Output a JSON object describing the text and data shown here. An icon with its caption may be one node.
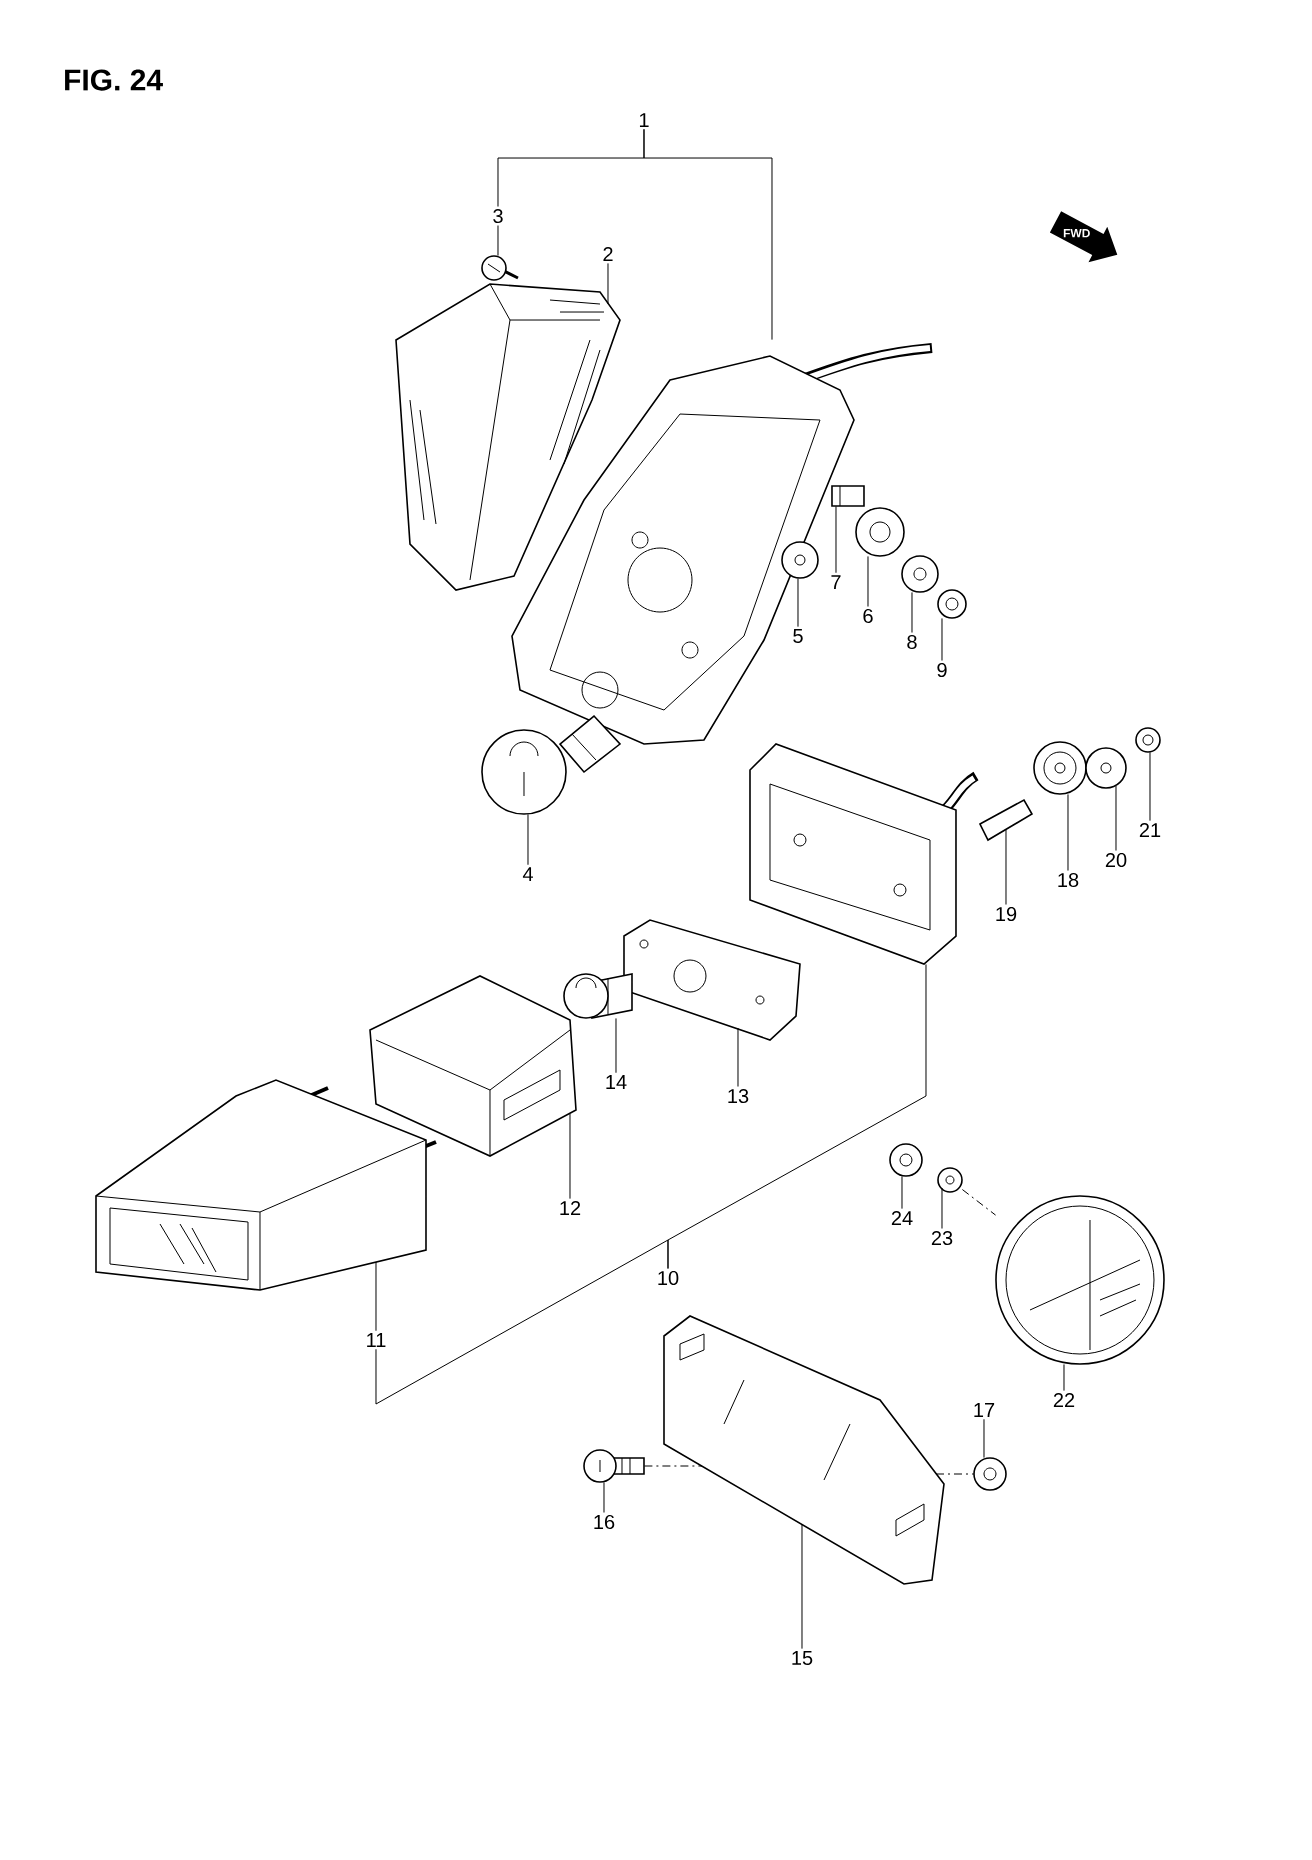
{
  "diagram": {
    "title": "FIG. 24",
    "nodes": [
      {
        "text": [
          "1"
        ]
      },
      {
        "text": [
          "2"
        ]
      },
      {
        "text": [
          "3"
        ]
      },
      {
        "text": [
          "4"
        ]
      },
      {
        "text": [
          "5"
        ]
      },
      {
        "text": [
          "6"
        ]
      },
      {
        "text": [
          "7"
        ]
      },
      {
        "text": [
          "8"
        ]
      },
      {
        "text": [
          "9"
        ]
      },
      {
        "text": [
          "10"
        ]
      },
      {
        "text": [
          "11"
        ]
      },
      {
        "text": [
          "12"
        ]
      },
      {
        "text": [
          "13"
        ]
      },
      {
        "text": [
          "14"
        ]
      },
      {
        "text": [
          "15"
        ]
      },
      {
        "text": [
          "16"
        ]
      },
      {
        "text": [
          "17"
        ]
      },
      {
        "text": [
          "18"
        ]
      },
      {
        "text": [
          "19"
        ]
      },
      {
        "text": [
          "20"
        ]
      },
      {
        "text": [
          "21"
        ]
      },
      {
        "text": [
          "22"
        ]
      },
      {
        "text": [
          "23"
        ]
      },
      {
        "text": [
          "24"
        ]
      },
      {
        "text": [],
        "shape": "picture"
      },
      {
        "text": [],
        "shape": "picture"
      },
      {
        "text": [],
        "shape": "picture"
      },
      {
        "text": [],
        "shape": "picture"
      },
      {
        "text": [],
        "shape": "picture"
      },
      {
        "text": [],
        "shape": "picture"
      },
      {
        "text": [],
        "shape": "picture"
      },
      {
        "text": [],
        "shape": "picture"
      },
      {
        "text": [],
        "shape": "picture"
      },
      {
        "text": [],
        "shape": "picture"
      },
      {
        "text": [],
        "shape": "picture"
      },
      {
        "text": [],
        "shape": "picture"
      },
      {
        "text": [],
        "shape": "picture"
      },
      {
        "text": [],
        "shape": "picture"
      },
      {
        "text": [],
        "shape": "picture"
      },
      {
        "text": [],
        "shape": "picture"
      },
      {
        "text": [],
        "shape": "picture"
      },
      {
        "text": [],
        "shape": "picture"
      },
      {
        "text": [],
        "shape": "picture"
      },
      {
        "text": [],
        "shape": "picture"
      },
      {
        "text": [],
        "shape": "picture"
      },
      {
        "text": [],
        "shape": "picture"
      },
      {
        "text": [],
        "shape": "picture"
      },
      {
        "text": [],
        "shape": "picture"
      }
    ],
    "edges": [
      {
        "from": 0,
        "to": 2,
        "arrow": "none"
      },
      {
        "from": 0,
        "to": 26,
        "arrow": "none"
      },
      {
        "from": 1,
        "to": 24,
        "arrow": "none"
      },
      {
        "from": 2,
        "to": 25,
        "arrow": "none"
      },
      {
        "from": 3,
        "to": 27,
        "arrow": "none"
      },
      {
        "from": 4,
        "to": 28,
        "arrow": "none"
      },
      {
        "from": 5,
        "to": 29,
        "arrow": "none"
      },
      {
        "from": 6,
        "to": 30,
        "arrow": "none"
      },
      {
        "from": 7,
        "to": 31,
        "arrow": "none"
      },
      {
        "from": 8,
        "to": 32,
        "arrow": "none"
      },
      {
        "from": 9,
        "to": 10,
        "arrow": "none"
      },
      {
        "from": 9,
        "to": 33,
        "arrow": "none"
      },
      {
        "from": 10,
        "to": 34,
        "arrow": "none"
      },
      {
        "from": 11,
        "to": 35,
        "arrow": "none"
      },
      {
        "from": 12,
        "to": 36,
        "arrow": "none"
      },
      {
        "from": 13,
        "to": 37,
        "arrow": "none"
      },
      {
        "from": 14,
        "to": 38,
        "arrow": "none"
      },
      {
        "from": 15,
        "to": 39,
        "arrow": "none"
      },
      {
        "from": 16,
        "to": 40,
        "arrow": "none"
      },
      {
        "from": 17,
        "to": 41,
        "arrow": "none"
      },
      {
        "from": 18,
        "to": 42,
        "arrow": "none"
      },
      {
        "from": 19,
        "to": 43,
        "arrow": "none"
      },
      {
        "from": 20,
        "to": 44,
        "arrow": "none"
      },
      {
        "from": 21,
        "to": 45,
        "arrow": "none"
      },
      {
        "from": 22,
        "to": 46,
        "arrow": "none"
      },
      {
        "from": 23,
        "to": 47,
        "arrow": "none"
      },
      {
        "from": 39,
        "to": 38,
        "arrow": "none",
        "style": "dashed"
      },
      {
        "from": 46,
        "to": 45,
        "arrow": "none",
        "style": "dashed"
      },
      {
        "from": 38,
        "to": 40,
        "arrow": "none",
        "style": "dashed"
      }
    ],
    "labels": [
      "FWD"
    ]
  }
}
